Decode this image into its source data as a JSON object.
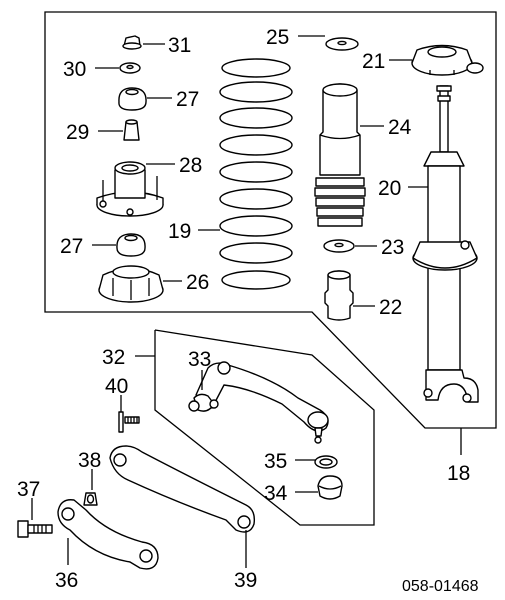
{
  "diagram": {
    "code": "058-01468",
    "parts": [
      {
        "id": "p31",
        "number": "31"
      },
      {
        "id": "p30",
        "number": "30"
      },
      {
        "id": "p27a",
        "number": "27"
      },
      {
        "id": "p29",
        "number": "29"
      },
      {
        "id": "p28",
        "number": "28"
      },
      {
        "id": "p27b",
        "number": "27"
      },
      {
        "id": "p26",
        "number": "26"
      },
      {
        "id": "p19",
        "number": "19"
      },
      {
        "id": "p25",
        "number": "25"
      },
      {
        "id": "p24",
        "number": "24"
      },
      {
        "id": "p23",
        "number": "23"
      },
      {
        "id": "p22",
        "number": "22"
      },
      {
        "id": "p21",
        "number": "21"
      },
      {
        "id": "p20",
        "number": "20"
      },
      {
        "id": "p18",
        "number": "18"
      },
      {
        "id": "p32",
        "number": "32"
      },
      {
        "id": "p33",
        "number": "33"
      },
      {
        "id": "p40",
        "number": "40"
      },
      {
        "id": "p35",
        "number": "35"
      },
      {
        "id": "p34",
        "number": "34"
      },
      {
        "id": "p38",
        "number": "38"
      },
      {
        "id": "p37",
        "number": "37"
      },
      {
        "id": "p36",
        "number": "36"
      },
      {
        "id": "p39",
        "number": "39"
      }
    ]
  }
}
